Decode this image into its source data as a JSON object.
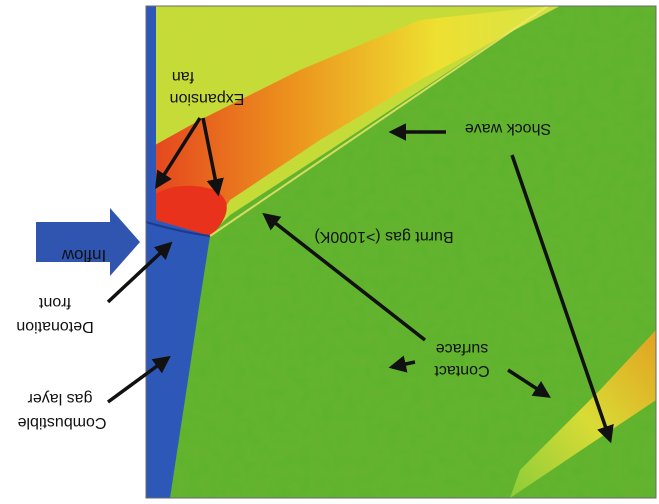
{
  "labels": {
    "inflow": "Inflow",
    "fan": "fan",
    "expansion": "Expansion",
    "shock_wave": "Shock wave",
    "burnt_gas": "Burnt gas (>1000K)",
    "contact": "Contact",
    "surface": "surface",
    "front": "front",
    "detonation": "Detonation",
    "gas_layer": "gas layer",
    "combustible": "Combustible"
  },
  "colors": {
    "burnt_gas_green": "#5cb32a",
    "combustible_blue": "#2e58b8",
    "hot_red": "#e8321c",
    "hot_orange": "#f08a1a",
    "hot_yellow": "#f2e030",
    "inflow_arrow": "#2f55b0",
    "arrow": "#111111"
  }
}
